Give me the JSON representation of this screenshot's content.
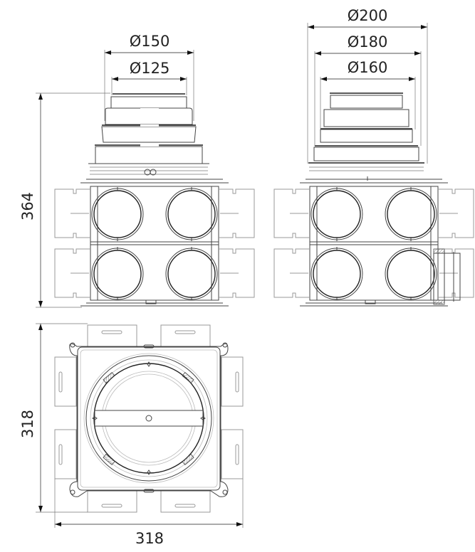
{
  "drawing": {
    "type": "technical-drawing",
    "subject": "ventilation plenum box with stepped multi-diameter spigot",
    "views": [
      {
        "name": "front-view-left",
        "dimensions": {
          "outer_diameter": "Ø150",
          "inner_diameter": "Ø125",
          "height": "364"
        },
        "ports": 4
      },
      {
        "name": "front-view-right",
        "dimensions": {
          "outer_diameter": "Ø200",
          "middle_diameter": "Ø180",
          "inner_diameter": "Ø160"
        },
        "ports": 4
      },
      {
        "name": "top-view",
        "dimensions": {
          "height": "318",
          "width": "318"
        }
      }
    ]
  },
  "labels": {
    "d150": "Ø150",
    "d125": "Ø125",
    "d200": "Ø200",
    "d180": "Ø180",
    "d160": "Ø160",
    "h364": "364",
    "h318": "318",
    "w318": "318"
  },
  "colors": {
    "line": "#444444",
    "dimension": "#555555",
    "text": "#222222",
    "background": "#ffffff"
  }
}
